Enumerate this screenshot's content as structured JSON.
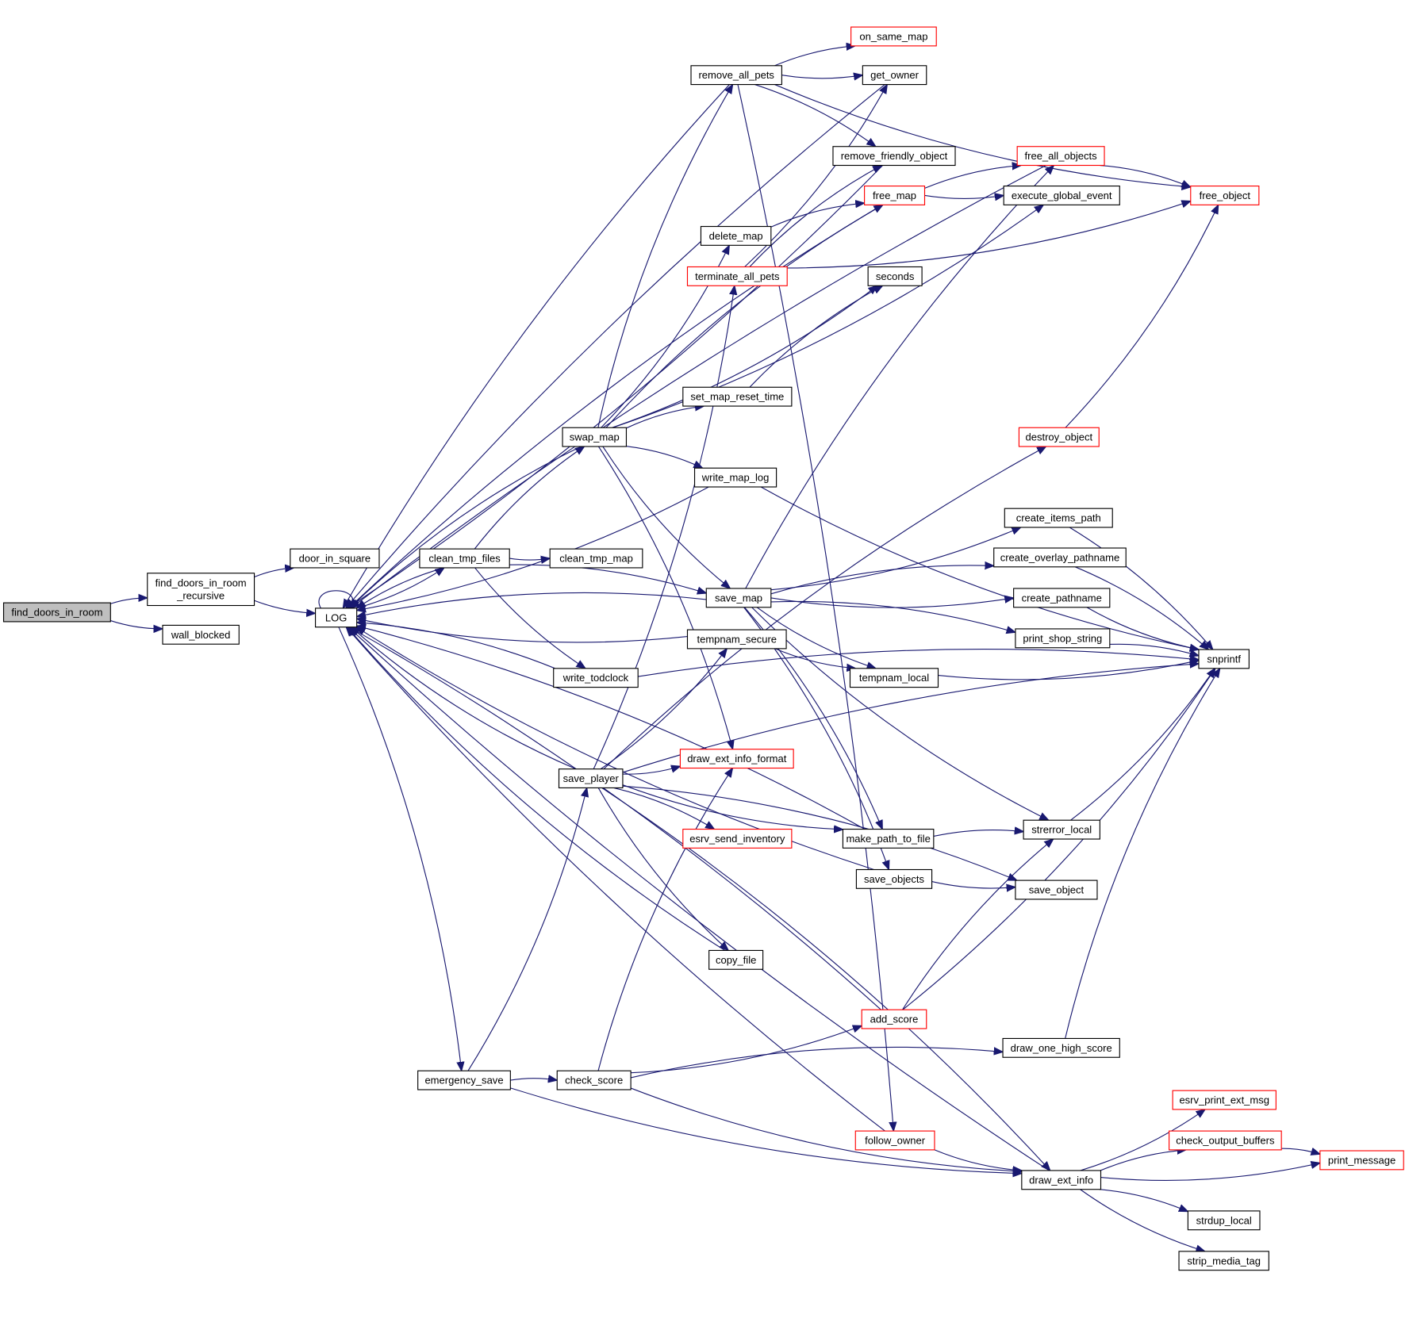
{
  "title": "find_doors_in_room call graph",
  "colors": {
    "edge": "#191970",
    "root_fill": "#bfbfbf",
    "external_border": "#ff0000",
    "node_border": "#000000"
  },
  "nodes": [
    {
      "id": "find_doors_in_room",
      "label": "find_doors_in_room",
      "root": true
    },
    {
      "id": "find_doors_in_room_recursive",
      "label": "find_doors_in_room",
      "label2": "_recursive"
    },
    {
      "id": "wall_blocked",
      "label": "wall_blocked"
    },
    {
      "id": "door_in_square",
      "label": "door_in_square"
    },
    {
      "id": "LOG",
      "label": "LOG"
    },
    {
      "id": "remove_all_pets",
      "label": "remove_all_pets"
    },
    {
      "id": "on_same_map",
      "label": "on_same_map",
      "external": true
    },
    {
      "id": "get_owner",
      "label": "get_owner"
    },
    {
      "id": "remove_friendly_object",
      "label": "remove_friendly_object"
    },
    {
      "id": "free_all_objects",
      "label": "free_all_objects",
      "external": true
    },
    {
      "id": "free_object",
      "label": "free_object",
      "external": true
    },
    {
      "id": "free_map",
      "label": "free_map",
      "external": true
    },
    {
      "id": "execute_global_event",
      "label": "execute_global_event"
    },
    {
      "id": "delete_map",
      "label": "delete_map"
    },
    {
      "id": "terminate_all_pets",
      "label": "terminate_all_pets",
      "external": true
    },
    {
      "id": "seconds",
      "label": "seconds"
    },
    {
      "id": "set_map_reset_time",
      "label": "set_map_reset_time"
    },
    {
      "id": "swap_map",
      "label": "swap_map"
    },
    {
      "id": "destroy_object",
      "label": "destroy_object",
      "external": true
    },
    {
      "id": "write_map_log",
      "label": "write_map_log"
    },
    {
      "id": "create_items_path",
      "label": "create_items_path"
    },
    {
      "id": "clean_tmp_files",
      "label": "clean_tmp_files"
    },
    {
      "id": "clean_tmp_map",
      "label": "clean_tmp_map"
    },
    {
      "id": "create_overlay_pathname",
      "label": "create_overlay_pathname"
    },
    {
      "id": "save_map",
      "label": "save_map"
    },
    {
      "id": "create_pathname",
      "label": "create_pathname"
    },
    {
      "id": "tempnam_secure",
      "label": "tempnam_secure"
    },
    {
      "id": "print_shop_string",
      "label": "print_shop_string"
    },
    {
      "id": "snprintf",
      "label": "snprintf"
    },
    {
      "id": "write_todclock",
      "label": "write_todclock"
    },
    {
      "id": "tempnam_local",
      "label": "tempnam_local"
    },
    {
      "id": "draw_ext_info_format",
      "label": "draw_ext_info_format",
      "external": true
    },
    {
      "id": "save_player",
      "label": "save_player"
    },
    {
      "id": "esrv_send_inventory",
      "label": "esrv_send_inventory",
      "external": true
    },
    {
      "id": "make_path_to_file",
      "label": "make_path_to_file"
    },
    {
      "id": "strerror_local",
      "label": "strerror_local"
    },
    {
      "id": "save_objects",
      "label": "save_objects"
    },
    {
      "id": "save_object",
      "label": "save_object"
    },
    {
      "id": "copy_file",
      "label": "copy_file"
    },
    {
      "id": "add_score",
      "label": "add_score",
      "external": true
    },
    {
      "id": "draw_one_high_score",
      "label": "draw_one_high_score"
    },
    {
      "id": "emergency_save",
      "label": "emergency_save"
    },
    {
      "id": "check_score",
      "label": "check_score"
    },
    {
      "id": "esrv_print_ext_msg",
      "label": "esrv_print_ext_msg",
      "external": true
    },
    {
      "id": "follow_owner",
      "label": "follow_owner",
      "external": true
    },
    {
      "id": "check_output_buffers",
      "label": "check_output_buffers",
      "external": true
    },
    {
      "id": "print_message",
      "label": "print_message",
      "external": true
    },
    {
      "id": "draw_ext_info",
      "label": "draw_ext_info"
    },
    {
      "id": "strdup_local",
      "label": "strdup_local"
    },
    {
      "id": "strip_media_tag",
      "label": "strip_media_tag"
    }
  ],
  "edges": [
    [
      "find_doors_in_room",
      "find_doors_in_room_recursive"
    ],
    [
      "find_doors_in_room",
      "wall_blocked"
    ],
    [
      "find_doors_in_room_recursive",
      "door_in_square"
    ],
    [
      "find_doors_in_room_recursive",
      "LOG"
    ],
    [
      "LOG",
      "LOG"
    ],
    [
      "LOG",
      "clean_tmp_files"
    ],
    [
      "LOG",
      "emergency_save"
    ],
    [
      "remove_all_pets",
      "LOG"
    ],
    [
      "remove_all_pets",
      "on_same_map"
    ],
    [
      "remove_all_pets",
      "get_owner"
    ],
    [
      "remove_all_pets",
      "remove_friendly_object"
    ],
    [
      "remove_all_pets",
      "free_object"
    ],
    [
      "remove_all_pets",
      "follow_owner"
    ],
    [
      "get_owner",
      "LOG"
    ],
    [
      "remove_friendly_object",
      "LOG"
    ],
    [
      "free_all_objects",
      "LOG"
    ],
    [
      "free_all_objects",
      "free_object"
    ],
    [
      "free_map",
      "LOG"
    ],
    [
      "free_map",
      "free_all_objects"
    ],
    [
      "free_map",
      "execute_global_event"
    ],
    [
      "delete_map",
      "free_map"
    ],
    [
      "terminate_all_pets",
      "get_owner"
    ],
    [
      "terminate_all_pets",
      "remove_friendly_object"
    ],
    [
      "terminate_all_pets",
      "free_object"
    ],
    [
      "set_map_reset_time",
      "seconds"
    ],
    [
      "swap_map",
      "LOG"
    ],
    [
      "swap_map",
      "remove_all_pets"
    ],
    [
      "swap_map",
      "delete_map"
    ],
    [
      "swap_map",
      "free_map"
    ],
    [
      "swap_map",
      "seconds"
    ],
    [
      "swap_map",
      "set_map_reset_time"
    ],
    [
      "swap_map",
      "execute_global_event"
    ],
    [
      "swap_map",
      "write_map_log"
    ],
    [
      "swap_map",
      "save_map"
    ],
    [
      "swap_map",
      "draw_ext_info_format"
    ],
    [
      "destroy_object",
      "free_object"
    ],
    [
      "write_map_log",
      "LOG"
    ],
    [
      "write_map_log",
      "snprintf"
    ],
    [
      "create_items_path",
      "snprintf"
    ],
    [
      "clean_tmp_files",
      "LOG"
    ],
    [
      "clean_tmp_files",
      "swap_map"
    ],
    [
      "clean_tmp_files",
      "clean_tmp_map"
    ],
    [
      "clean_tmp_files",
      "save_map"
    ],
    [
      "clean_tmp_files",
      "write_todclock"
    ],
    [
      "create_overlay_pathname",
      "snprintf"
    ],
    [
      "save_map",
      "LOG"
    ],
    [
      "save_map",
      "free_all_objects"
    ],
    [
      "save_map",
      "create_items_path"
    ],
    [
      "save_map",
      "create_overlay_pathname"
    ],
    [
      "save_map",
      "create_pathname"
    ],
    [
      "save_map",
      "print_shop_string"
    ],
    [
      "save_map",
      "tempnam_local"
    ],
    [
      "save_map",
      "make_path_to_file"
    ],
    [
      "save_map",
      "strerror_local"
    ],
    [
      "save_map",
      "save_objects"
    ],
    [
      "create_pathname",
      "snprintf"
    ],
    [
      "tempnam_secure",
      "LOG"
    ],
    [
      "tempnam_secure",
      "tempnam_local"
    ],
    [
      "print_shop_string",
      "snprintf"
    ],
    [
      "write_todclock",
      "LOG"
    ],
    [
      "write_todclock",
      "snprintf"
    ],
    [
      "tempnam_local",
      "snprintf"
    ],
    [
      "save_player",
      "LOG"
    ],
    [
      "save_player",
      "terminate_all_pets"
    ],
    [
      "save_player",
      "destroy_object"
    ],
    [
      "save_player",
      "tempnam_secure"
    ],
    [
      "save_player",
      "snprintf"
    ],
    [
      "save_player",
      "draw_ext_info_format"
    ],
    [
      "save_player",
      "esrv_send_inventory"
    ],
    [
      "save_player",
      "make_path_to_file"
    ],
    [
      "save_player",
      "save_object"
    ],
    [
      "save_player",
      "copy_file"
    ],
    [
      "save_player",
      "draw_ext_info"
    ],
    [
      "make_path_to_file",
      "LOG"
    ],
    [
      "make_path_to_file",
      "strerror_local"
    ],
    [
      "save_objects",
      "save_object"
    ],
    [
      "save_objects",
      "LOG"
    ],
    [
      "strerror_local",
      "snprintf"
    ],
    [
      "copy_file",
      "LOG"
    ],
    [
      "add_score",
      "LOG"
    ],
    [
      "add_score",
      "strerror_local"
    ],
    [
      "add_score",
      "snprintf"
    ],
    [
      "draw_one_high_score",
      "snprintf"
    ],
    [
      "emergency_save",
      "save_player"
    ],
    [
      "emergency_save",
      "check_score"
    ],
    [
      "emergency_save",
      "draw_ext_info"
    ],
    [
      "check_score",
      "draw_ext_info_format"
    ],
    [
      "check_score",
      "add_score"
    ],
    [
      "check_score",
      "draw_one_high_score"
    ],
    [
      "check_score",
      "draw_ext_info"
    ],
    [
      "follow_owner",
      "LOG"
    ],
    [
      "follow_owner",
      "draw_ext_info"
    ],
    [
      "draw_ext_info",
      "LOG"
    ],
    [
      "draw_ext_info",
      "esrv_print_ext_msg"
    ],
    [
      "draw_ext_info",
      "check_output_buffers"
    ],
    [
      "draw_ext_info",
      "print_message"
    ],
    [
      "draw_ext_info",
      "strdup_local"
    ],
    [
      "draw_ext_info",
      "strip_media_tag"
    ],
    [
      "check_output_buffers",
      "print_message"
    ]
  ]
}
